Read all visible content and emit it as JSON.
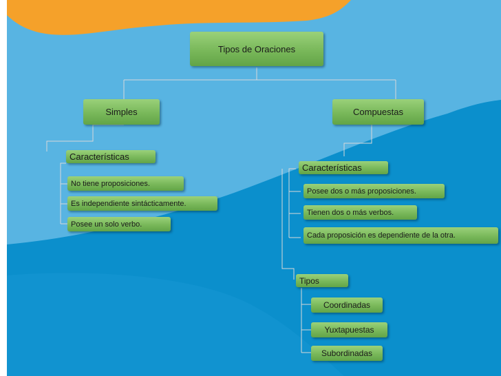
{
  "root": {
    "label": "Tipos de Oraciones"
  },
  "simples": {
    "label": "Simples",
    "caracteristicas_label": "Características",
    "items": [
      "No tiene proposiciones.",
      "Es independiente sintácticamente.",
      "Posee un solo verbo."
    ]
  },
  "compuestas": {
    "label": "Compuestas",
    "caracteristicas_label": "Características",
    "items": [
      "Posee dos o más proposiciones.",
      "Tienen dos o más verbos.",
      "Cada proposición es dependiente de la otra."
    ],
    "tipos_label": "Tipos",
    "tipos": [
      "Coordinadas",
      "Yuxtapuestas",
      "Subordinadas"
    ]
  },
  "colors": {
    "background_top": "#58b4e2",
    "background_bottom": "#0b8fcc",
    "accent_orange": "#f5a12a",
    "box_green": "#79b85a",
    "connector": "#d9d9d9"
  }
}
